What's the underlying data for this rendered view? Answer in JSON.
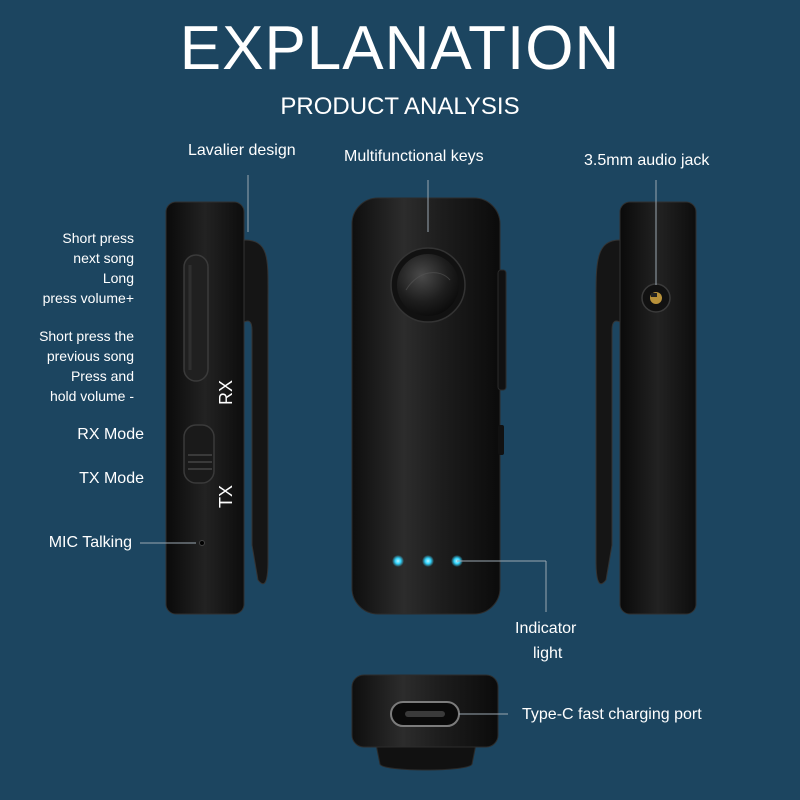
{
  "header": {
    "title": "EXPLANATION",
    "subtitle": "PRODUCT ANALYSIS"
  },
  "labels": {
    "lavalier": "Lavalier design",
    "multifunctional": "Multifunctional keys",
    "audio_jack": "3.5mm audio jack",
    "short_next": [
      "Short press",
      "next song",
      "Long",
      "press volume+"
    ],
    "short_prev": [
      "Short press the",
      "previous song",
      "Press and",
      "hold volume -"
    ],
    "rx_mode": "RX Mode",
    "tx_mode": "TX Mode",
    "mic": "MIC Talking",
    "indicator": [
      "Indicator",
      "light"
    ],
    "typec": "Type-C fast charging port",
    "device_rx": "RX",
    "device_tx": "TX"
  },
  "colors": {
    "background": "#1c4560",
    "device": "#1a1a1a",
    "indicator_led": "#33d6ff",
    "text": "#ffffff"
  }
}
